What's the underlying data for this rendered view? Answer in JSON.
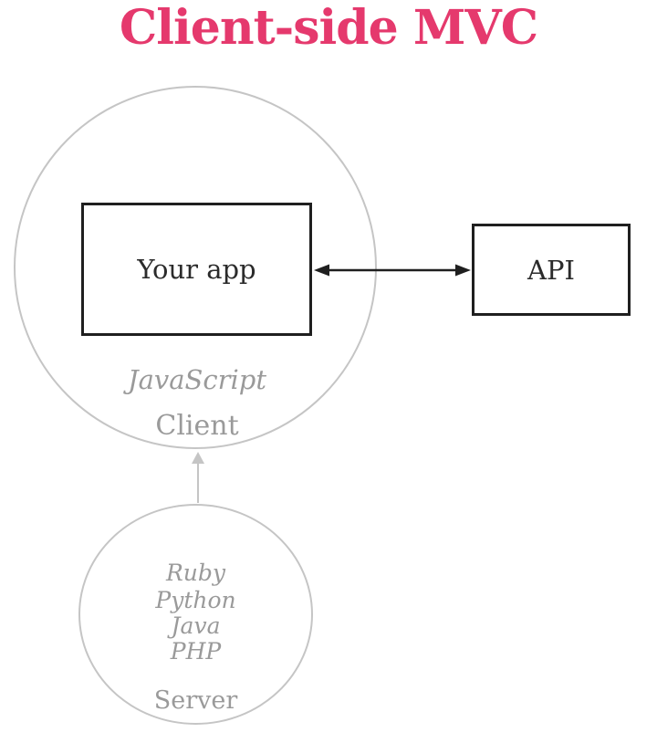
{
  "title": {
    "text": "Client-side MVC"
  },
  "client": {
    "app_label": "Your app",
    "language_label": "JavaScript",
    "name_label": "Client"
  },
  "api": {
    "label": "API"
  },
  "server": {
    "languages": [
      "Ruby",
      "Python",
      "Java",
      "PHP"
    ],
    "name_label": "Server"
  },
  "colors": {
    "title_pink": "#e5396d",
    "box_border": "#1f1f1f",
    "dark_text": "#2b2b2b",
    "circle_stroke": "#c5c5c5",
    "muted_text": "#9a9a9a",
    "arrow_dark": "#1f1f1f",
    "arrow_gray": "#c5c5c5"
  }
}
